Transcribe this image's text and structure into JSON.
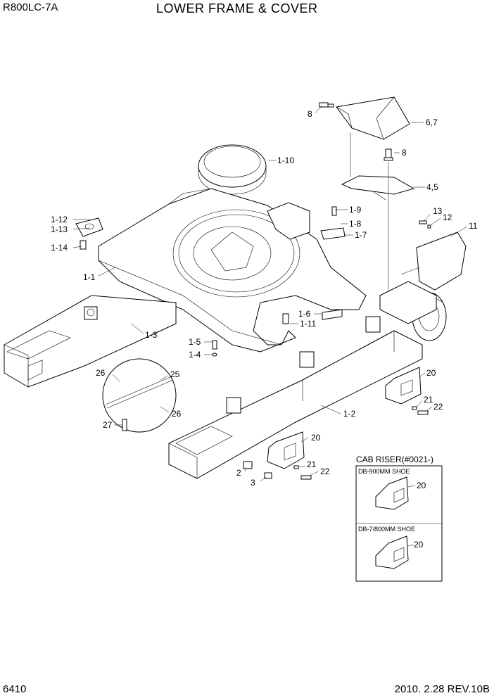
{
  "header": {
    "model": "R800LC-7A",
    "title": "LOWER FRAME & COVER"
  },
  "footer": {
    "page_number": "6410",
    "date_revision": "2010. 2.28  REV.10B"
  },
  "inset": {
    "title": "CAB RISER(#0021-)",
    "panels": [
      {
        "caption": "DB-900MM SHOE",
        "part": "20"
      },
      {
        "caption": "DB-7/800MM SHOE",
        "part": "20"
      }
    ]
  },
  "callouts": {
    "c8a": "8",
    "c67": "6,7",
    "c8b": "8",
    "c45": "4,5",
    "c13": "13",
    "c12": "12",
    "c11": "11",
    "c110": "1-10",
    "c19": "1-9",
    "c18": "1-8",
    "c17": "1-7",
    "c112": "1-12",
    "c113": "1-13",
    "c114": "1-14",
    "c11m": "1-1",
    "c13m": "1-3",
    "c16": "1-6",
    "c111": "1-11",
    "c15": "1-5",
    "c14": "1-4",
    "c26a": "26",
    "c25": "25",
    "c26b": "26",
    "c27": "27",
    "c20a": "20",
    "c21a": "21",
    "c22a": "22",
    "c12m": "1-2",
    "c20b": "20",
    "c2": "2",
    "c21b": "21",
    "c22b": "22",
    "c3": "3"
  }
}
